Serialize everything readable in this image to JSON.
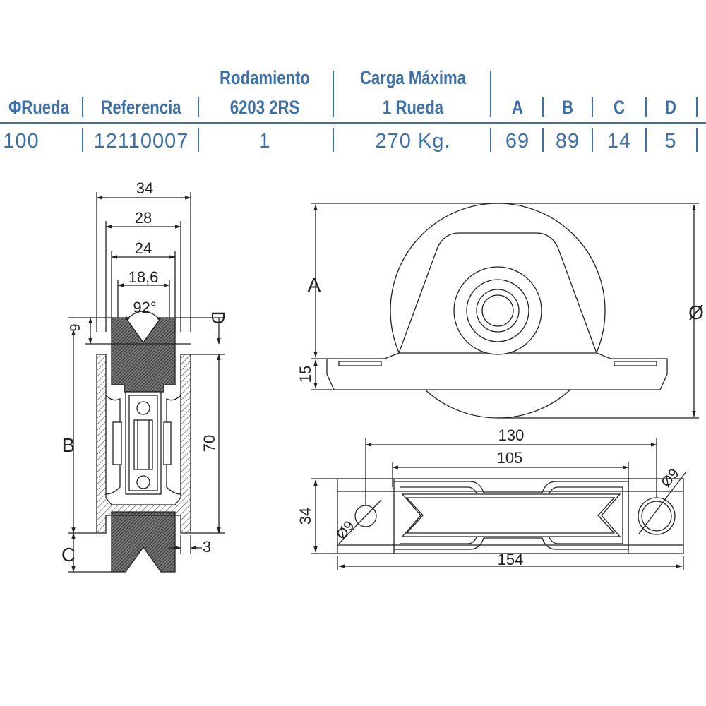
{
  "table": {
    "headers": {
      "rueda": "ΦRueda",
      "referencia": "Referencia",
      "rodamiento_line1": "Rodamiento",
      "rodamiento_line2": "6203 2RS",
      "carga_line1": "Carga Máxima",
      "carga_line2": "1 Rueda",
      "a": "A",
      "b": "B",
      "c": "C",
      "d": "D"
    },
    "row": {
      "rueda": "100",
      "referencia": "12110007",
      "rodamiento": "1",
      "carga": "270 Kg.",
      "a": "69",
      "b": "89",
      "c": "14",
      "d": "5"
    }
  },
  "section_view": {
    "dims": {
      "w34": "34",
      "w28": "28",
      "w24": "24",
      "w18": "18,6",
      "angle": "92°",
      "d": "D",
      "nine": "9",
      "b": "B",
      "seventy": "70",
      "c": "C",
      "three": "3"
    }
  },
  "front_view": {
    "dims": {
      "a": "A",
      "fifteen": "15",
      "diameter": "Ø"
    }
  },
  "top_view": {
    "dims": {
      "d130": "130",
      "d105": "105",
      "d34": "34",
      "d154": "154",
      "hole_left": "Ø9",
      "hole_right": "Ø9"
    }
  }
}
